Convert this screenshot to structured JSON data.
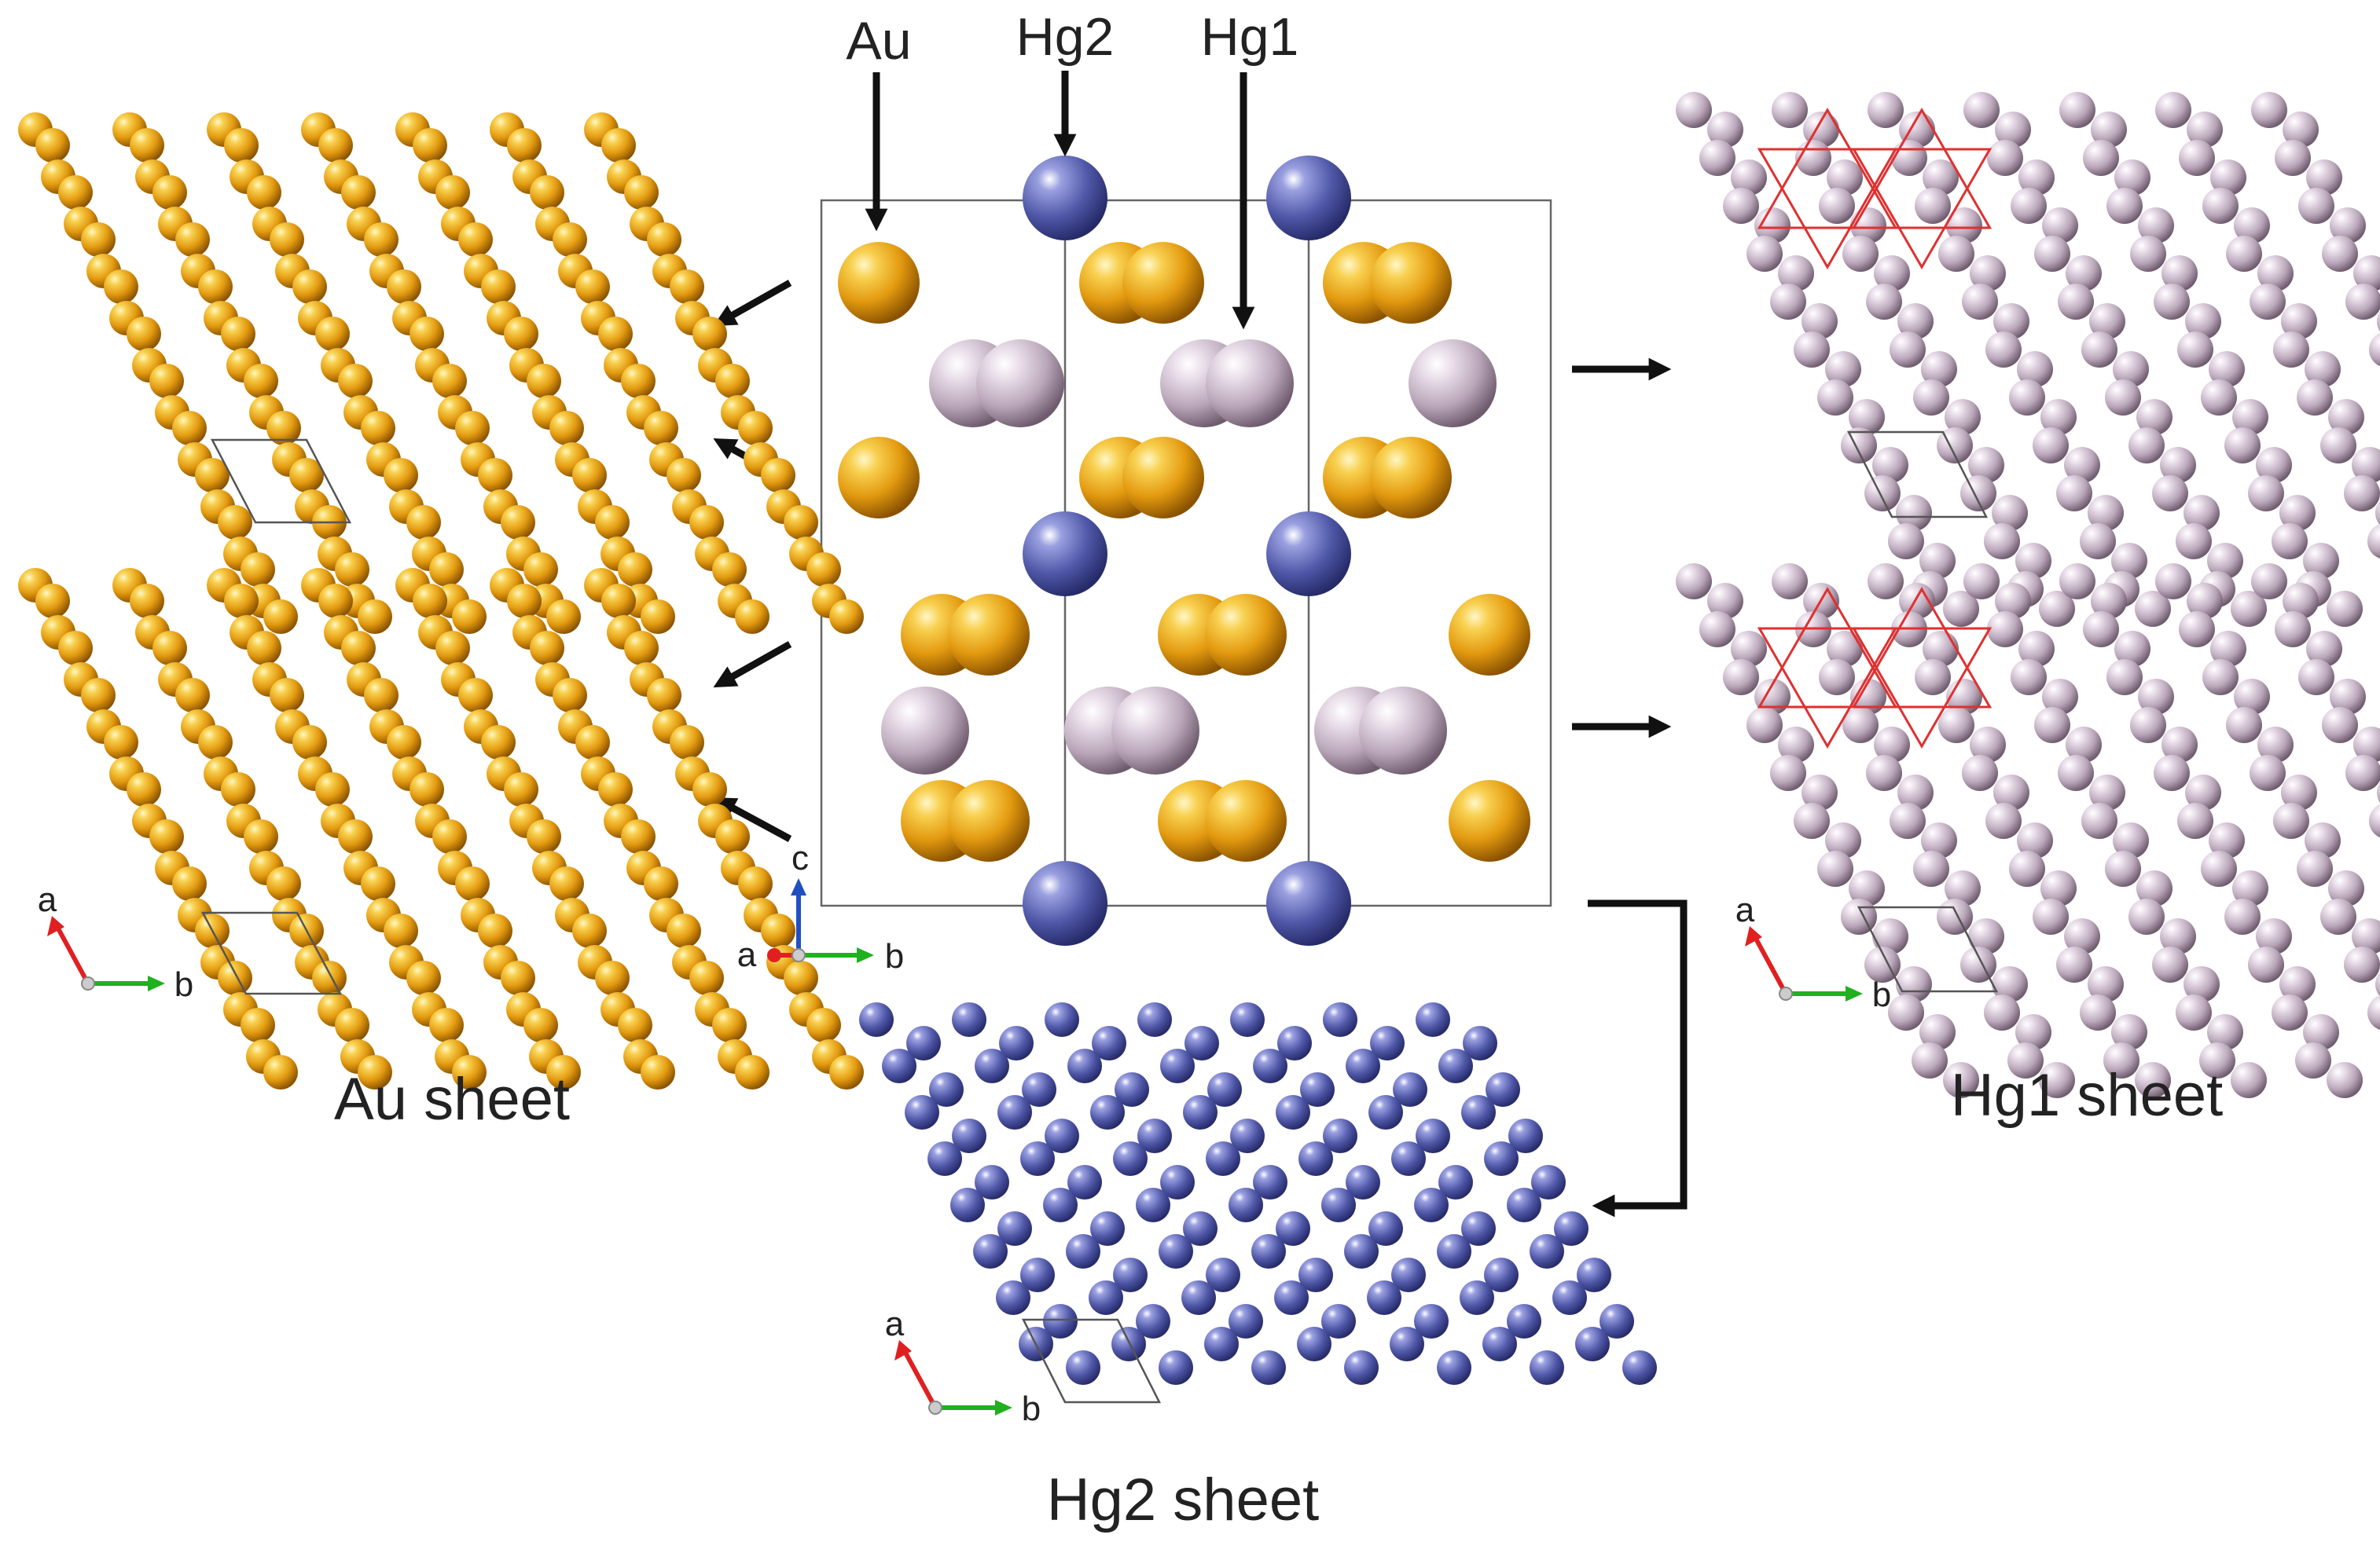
{
  "figure": {
    "element_labels": {
      "au": "Au",
      "hg2": "Hg2",
      "hg1": "Hg1"
    },
    "sheet_labels": {
      "au": "Au sheet",
      "hg1": "Hg1 sheet",
      "hg2": "Hg2 sheet"
    },
    "axis_labels": {
      "a": "a",
      "b": "b",
      "c": "c"
    },
    "colors": {
      "au": "#e8a21c",
      "hg1": "#c8b8c8",
      "hg2": "#5a62b0",
      "axis_a": "#e02020",
      "axis_b": "#20b020",
      "axis_c": "#2050c0",
      "kagome": "#e03030"
    },
    "sheets": [
      {
        "element": "Au",
        "count": 2
      },
      {
        "element": "Hg1",
        "count": 2,
        "kagome_overlay": true
      },
      {
        "element": "Hg2",
        "count": 1
      }
    ]
  }
}
